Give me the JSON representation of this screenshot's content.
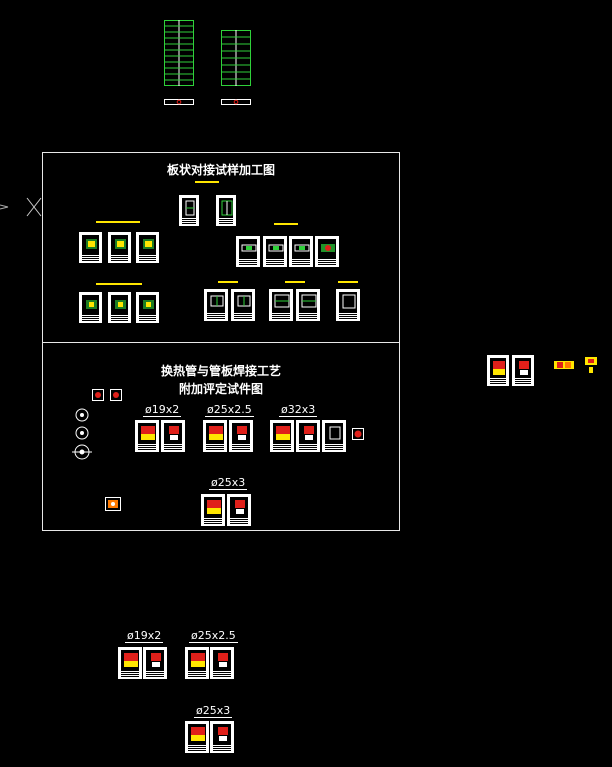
{
  "drawing": {
    "title_plate": "板状对接试样加工图",
    "title_tube_line1": "换热管与管板焊接工艺",
    "title_tube_line2": "附加评定试件图",
    "dim_19x2": "ø19x2",
    "dim_25x25": "ø25x2.5",
    "dim_32x3": "ø32x3",
    "dim_25x3": "ø25x3",
    "lower_dim_19x2": "ø19x2",
    "lower_dim_25x25": "ø25x2.5",
    "lower_dim_25x3": "ø25x3"
  },
  "colors": {
    "frame": "#e8e8e8",
    "green": "#2fd13a",
    "yellow": "#ffe600",
    "red": "#e0201a",
    "orange": "#ff7a00"
  }
}
